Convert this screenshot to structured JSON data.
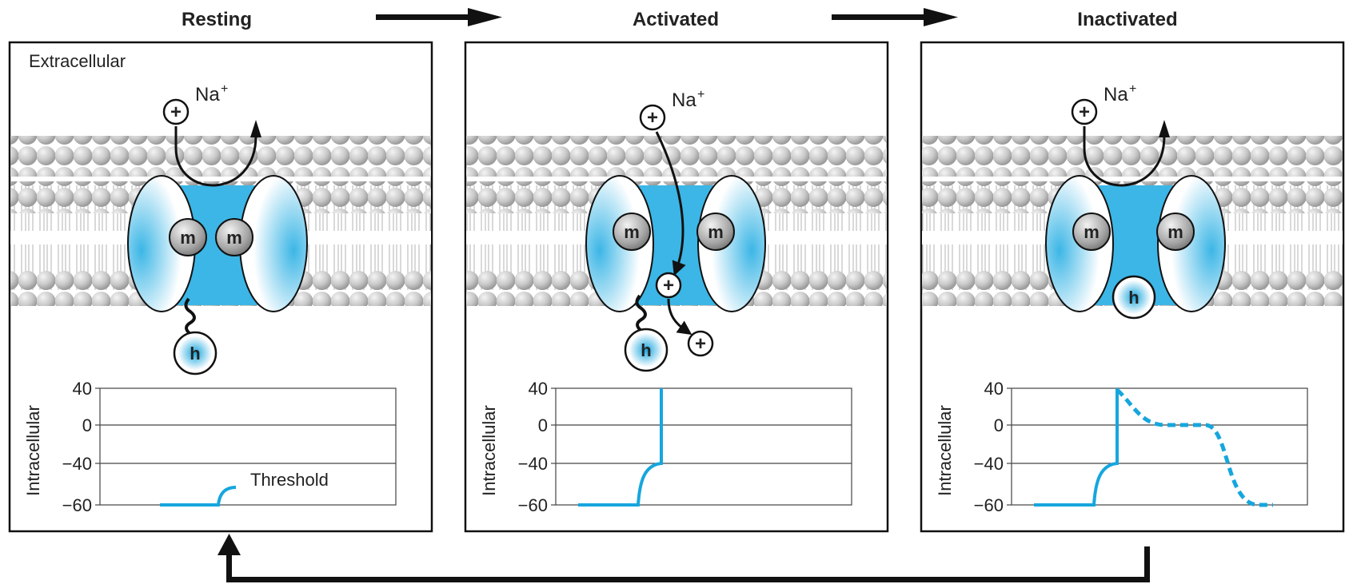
{
  "stages": [
    {
      "title": "Resting",
      "extracellular_label": "Extracellular",
      "ion_symbol": "+",
      "ion_label": "Na",
      "ion_charge": "+",
      "gates": {
        "m": "m",
        "h": "h"
      },
      "ylabel": "Intracellular",
      "ticks": [
        "40",
        "0",
        "−40",
        "−60"
      ],
      "annotation": "Threshold"
    },
    {
      "title": "Activated",
      "ion_symbol": "+",
      "ion_label": "Na",
      "ion_charge": "+",
      "gates": {
        "m": "m",
        "h": "h"
      },
      "ylabel": "Intracellular",
      "ticks": [
        "40",
        "0",
        "−40",
        "−60"
      ]
    },
    {
      "title": "Inactivated",
      "ion_symbol": "+",
      "ion_label": "Na",
      "ion_charge": "+",
      "gates": {
        "m": "m",
        "h": "h"
      },
      "ylabel": "Intracellular",
      "ticks": [
        "40",
        "0",
        "−40",
        "−60"
      ]
    }
  ],
  "colors": {
    "channel_blue": "#3cb6e6",
    "trace_blue": "#16a6de",
    "lipid_gray": "#c8c8c8",
    "outline": "#111111"
  },
  "icons": [
    "phospholipid-bilayer",
    "sodium-ion-icon",
    "m-gate-icon",
    "h-gate-icon",
    "arrow-icon"
  ]
}
